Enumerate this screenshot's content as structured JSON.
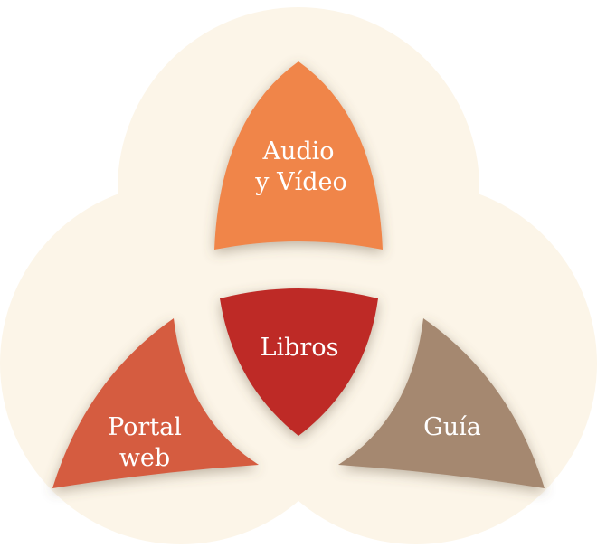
{
  "diagram": {
    "segments": [
      {
        "id": "audio",
        "lines": [
          "Audio",
          "y Vídeo"
        ],
        "color": "#f0854a"
      },
      {
        "id": "libros",
        "lines": [
          "Libros"
        ],
        "color": "#be2a27"
      },
      {
        "id": "portal",
        "lines": [
          "Portal",
          "web"
        ],
        "color": "#d55b41"
      },
      {
        "id": "guia",
        "lines": [
          "Guía"
        ],
        "color": "#a58870"
      }
    ],
    "background_color": "#fcf5e8"
  }
}
